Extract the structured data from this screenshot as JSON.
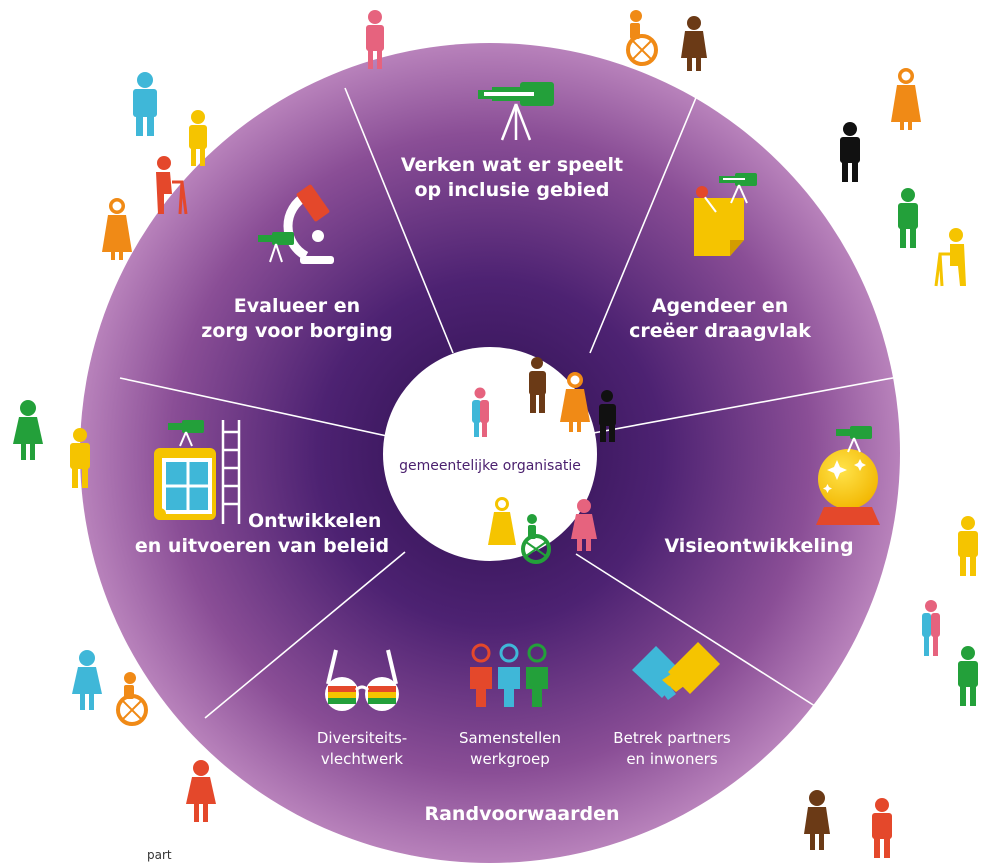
{
  "segments": {
    "explore": [
      "Verken wat er speelt",
      "op inclusie gebied"
    ],
    "agenda": [
      "Agendeer en",
      "creëer draagvlak"
    ],
    "vision": [
      "Visieontwikkeling"
    ],
    "develop": [
      "Ontwikkelen",
      "en uitvoeren van beleid"
    ],
    "evaluate": [
      "Evalueer en",
      "zorg voor borging"
    ]
  },
  "conditions": {
    "title": "Randvoorwaarden",
    "items": [
      [
        "Diversiteits-",
        "vlechtwerk"
      ],
      [
        "Samenstellen",
        "werkgroep"
      ],
      [
        "Betrek partners",
        "en inwoners"
      ]
    ]
  },
  "center": {
    "label": "gemeentelijke organisatie"
  },
  "footer_fragment": "part",
  "colors": {
    "wheel_dark": "#3e1a61",
    "wheel_light": "#b57ab8",
    "center_text": "#4a1f6e",
    "green": "#23a03a",
    "yellow": "#f5c400",
    "orange": "#f08a16",
    "red": "#e4482b",
    "pink": "#e6637e",
    "blue": "#3fb7d8",
    "brown": "#6b3a16",
    "black": "#111111"
  },
  "icons": [
    "telescope-icon",
    "sticky-note-icon",
    "crystal-ball-icon",
    "blueprint-icon",
    "ladder-icon",
    "microscope-icon",
    "glasses-icon",
    "people-group-icon",
    "handshake-icon",
    "person-icon",
    "wheelchair-icon",
    "walker-icon"
  ]
}
